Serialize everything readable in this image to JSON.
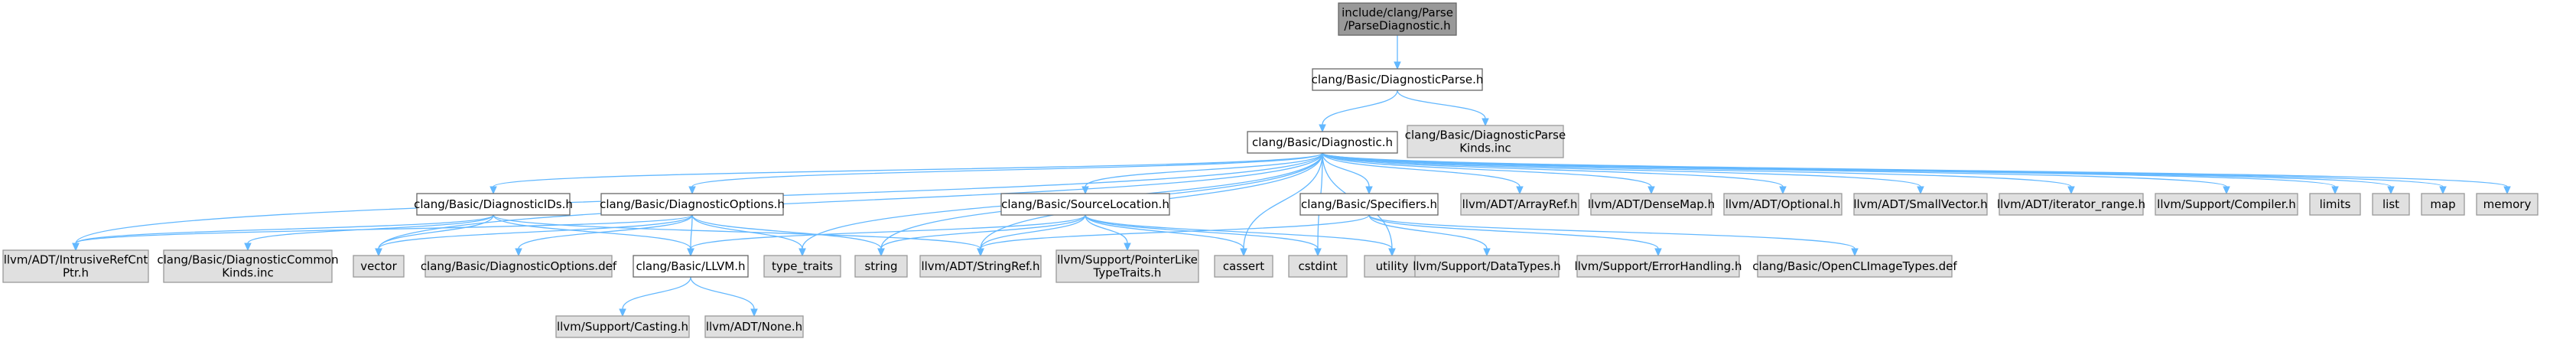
{
  "title": "include/clang/Parse/ParseDiagnostic.h",
  "colors": {
    "root_fill": "#999999",
    "documented_fill": "#ffffff",
    "documented_border": "#666666",
    "external_fill": "#e0e0e0",
    "external_border": "#999999",
    "edge": "#63b8ff"
  },
  "nodes": [
    {
      "id": "parsediagnostic",
      "lines": [
        "include/clang/Parse",
        "/ParseDiagnostic.h"
      ],
      "kind": "root"
    },
    {
      "id": "diagnosticparse",
      "lines": [
        "clang/Basic/DiagnosticParse.h"
      ],
      "kind": "doc"
    },
    {
      "id": "diagnosticparsekinds",
      "lines": [
        "clang/Basic/DiagnosticParse",
        "Kinds.inc"
      ],
      "kind": "ext"
    },
    {
      "id": "diagnostic",
      "lines": [
        "clang/Basic/Diagnostic.h"
      ],
      "kind": "doc"
    },
    {
      "id": "diagnosticids",
      "lines": [
        "clang/Basic/DiagnosticIDs.h"
      ],
      "kind": "doc"
    },
    {
      "id": "diagnosticoptions",
      "lines": [
        "clang/Basic/DiagnosticOptions.h"
      ],
      "kind": "doc"
    },
    {
      "id": "sourcelocation",
      "lines": [
        "clang/Basic/SourceLocation.h"
      ],
      "kind": "doc"
    },
    {
      "id": "specifiers",
      "lines": [
        "clang/Basic/Specifiers.h"
      ],
      "kind": "doc"
    },
    {
      "id": "arrayref",
      "lines": [
        "llvm/ADT/ArrayRef.h"
      ],
      "kind": "ext"
    },
    {
      "id": "densemap",
      "lines": [
        "llvm/ADT/DenseMap.h"
      ],
      "kind": "ext"
    },
    {
      "id": "optional",
      "lines": [
        "llvm/ADT/Optional.h"
      ],
      "kind": "ext"
    },
    {
      "id": "smallvector",
      "lines": [
        "llvm/ADT/SmallVector.h"
      ],
      "kind": "ext"
    },
    {
      "id": "iteratorrange",
      "lines": [
        "llvm/ADT/iterator_range.h"
      ],
      "kind": "ext"
    },
    {
      "id": "compiler",
      "lines": [
        "llvm/Support/Compiler.h"
      ],
      "kind": "ext"
    },
    {
      "id": "limits",
      "lines": [
        "limits"
      ],
      "kind": "ext"
    },
    {
      "id": "list",
      "lines": [
        "list"
      ],
      "kind": "ext"
    },
    {
      "id": "map",
      "lines": [
        "map"
      ],
      "kind": "ext"
    },
    {
      "id": "memory",
      "lines": [
        "memory"
      ],
      "kind": "ext"
    },
    {
      "id": "intrusiverefcntptr",
      "lines": [
        "llvm/ADT/IntrusiveRefCnt",
        "Ptr.h"
      ],
      "kind": "ext"
    },
    {
      "id": "diagnosticcommonkinds",
      "lines": [
        "clang/Basic/DiagnosticCommon",
        "Kinds.inc"
      ],
      "kind": "ext"
    },
    {
      "id": "vector",
      "lines": [
        "vector"
      ],
      "kind": "ext"
    },
    {
      "id": "diagnosticoptionsdef",
      "lines": [
        "clang/Basic/DiagnosticOptions.def"
      ],
      "kind": "ext"
    },
    {
      "id": "llvmh",
      "lines": [
        "clang/Basic/LLVM.h"
      ],
      "kind": "doc"
    },
    {
      "id": "typetraits",
      "lines": [
        "type_traits"
      ],
      "kind": "ext"
    },
    {
      "id": "string",
      "lines": [
        "string"
      ],
      "kind": "ext"
    },
    {
      "id": "stringref",
      "lines": [
        "llvm/ADT/StringRef.h"
      ],
      "kind": "ext"
    },
    {
      "id": "pointerliketypetraits",
      "lines": [
        "llvm/Support/PointerLike",
        "TypeTraits.h"
      ],
      "kind": "ext"
    },
    {
      "id": "cassert",
      "lines": [
        "cassert"
      ],
      "kind": "ext"
    },
    {
      "id": "cstdint",
      "lines": [
        "cstdint"
      ],
      "kind": "ext"
    },
    {
      "id": "utility",
      "lines": [
        "utility"
      ],
      "kind": "ext"
    },
    {
      "id": "datatypes",
      "lines": [
        "llvm/Support/DataTypes.h"
      ],
      "kind": "ext"
    },
    {
      "id": "errorhandling",
      "lines": [
        "llvm/Support/ErrorHandling.h"
      ],
      "kind": "ext"
    },
    {
      "id": "openclimagetypes",
      "lines": [
        "clang/Basic/OpenCLImageTypes.def"
      ],
      "kind": "ext"
    },
    {
      "id": "casting",
      "lines": [
        "llvm/Support/Casting.h"
      ],
      "kind": "ext"
    },
    {
      "id": "none",
      "lines": [
        "llvm/ADT/None.h"
      ],
      "kind": "ext"
    }
  ],
  "edges": [
    [
      "parsediagnostic",
      "diagnosticparse"
    ],
    [
      "diagnosticparse",
      "diagnostic"
    ],
    [
      "diagnosticparse",
      "diagnosticparsekinds"
    ],
    [
      "diagnostic",
      "diagnosticids"
    ],
    [
      "diagnostic",
      "diagnosticoptions"
    ],
    [
      "diagnostic",
      "sourcelocation"
    ],
    [
      "diagnostic",
      "specifiers"
    ],
    [
      "diagnostic",
      "arrayref"
    ],
    [
      "diagnostic",
      "densemap"
    ],
    [
      "diagnostic",
      "optional"
    ],
    [
      "diagnostic",
      "smallvector"
    ],
    [
      "diagnostic",
      "iteratorrange"
    ],
    [
      "diagnostic",
      "compiler"
    ],
    [
      "diagnostic",
      "limits"
    ],
    [
      "diagnostic",
      "list"
    ],
    [
      "diagnostic",
      "map"
    ],
    [
      "diagnostic",
      "memory"
    ],
    [
      "diagnostic",
      "intrusiverefcntptr"
    ],
    [
      "diagnostic",
      "vector"
    ],
    [
      "diagnostic",
      "typetraits"
    ],
    [
      "diagnostic",
      "string"
    ],
    [
      "diagnostic",
      "stringref"
    ],
    [
      "diagnostic",
      "cassert"
    ],
    [
      "diagnostic",
      "cstdint"
    ],
    [
      "diagnostic",
      "utility"
    ],
    [
      "diagnosticids",
      "intrusiverefcntptr"
    ],
    [
      "diagnosticids",
      "diagnosticcommonkinds"
    ],
    [
      "diagnosticids",
      "vector"
    ],
    [
      "diagnosticids",
      "llvmh"
    ],
    [
      "diagnosticids",
      "stringref"
    ],
    [
      "diagnosticoptions",
      "intrusiverefcntptr"
    ],
    [
      "diagnosticoptions",
      "vector"
    ],
    [
      "diagnosticoptions",
      "diagnosticoptionsdef"
    ],
    [
      "diagnosticoptions",
      "llvmh"
    ],
    [
      "diagnosticoptions",
      "typetraits"
    ],
    [
      "diagnosticoptions",
      "string"
    ],
    [
      "sourcelocation",
      "llvmh"
    ],
    [
      "sourcelocation",
      "string"
    ],
    [
      "sourcelocation",
      "stringref"
    ],
    [
      "sourcelocation",
      "pointerliketypetraits"
    ],
    [
      "sourcelocation",
      "cassert"
    ],
    [
      "sourcelocation",
      "cstdint"
    ],
    [
      "sourcelocation",
      "utility"
    ],
    [
      "specifiers",
      "stringref"
    ],
    [
      "specifiers",
      "datatypes"
    ],
    [
      "specifiers",
      "errorhandling"
    ],
    [
      "specifiers",
      "openclimagetypes"
    ],
    [
      "llvmh",
      "casting"
    ],
    [
      "llvmh",
      "none"
    ]
  ]
}
